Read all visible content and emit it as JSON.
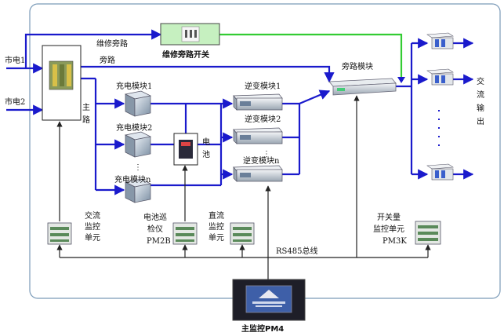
{
  "labels": {
    "mains1": "市电1",
    "mains2": "市电2",
    "maint_bypass": "维修旁路",
    "maint_bypass_switch": "维修旁路开关",
    "bypass": "旁路",
    "main_path": "主路",
    "bypass_module": "旁路模块",
    "charger1": "充电模块1",
    "charger2": "充电模块2",
    "chargern": "充电模块n",
    "inverter1": "逆变模块1",
    "inverter2": "逆变模块2",
    "invertern": "逆变模块n",
    "battery": "电池",
    "ac_output": "交流输出",
    "ac_monitor": "交流监控单元",
    "battery_inspector_l1": "电池巡",
    "battery_inspector_l2": "检仪",
    "battery_inspector_l3": "PM2B",
    "dc_monitor": "直流监控单元",
    "switch_monitor_l1": "开关量",
    "switch_monitor_l2": "监控单元",
    "switch_monitor_l3": "PM3K",
    "rs485": "RS485总线",
    "main_controller": "主监控PM4",
    "dots": "⋮"
  },
  "colors": {
    "power_line": "#1a1acc",
    "maint_line": "#33cc33",
    "bus_line": "#222222",
    "frame": "#7a9ab8"
  }
}
